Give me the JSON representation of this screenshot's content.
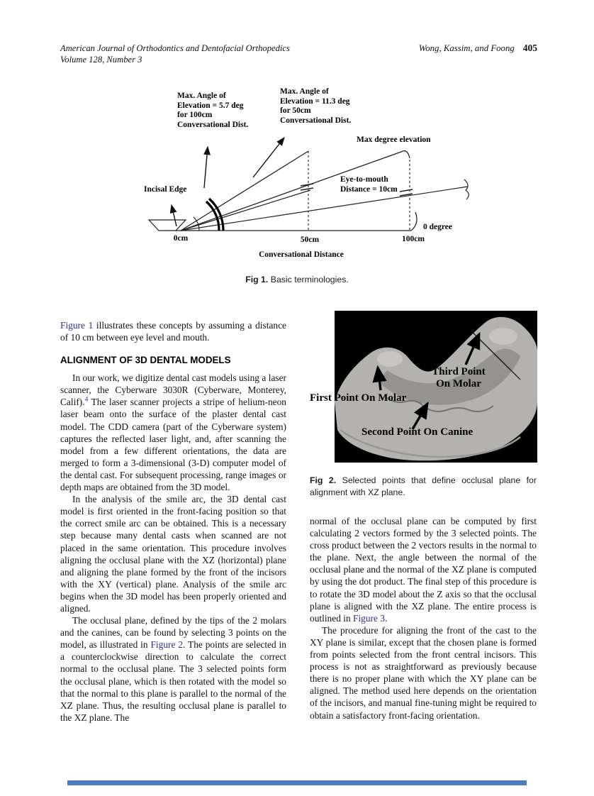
{
  "colors": {
    "link": "#2d2f92",
    "text": "#111111",
    "footer_bar": "#4a7ebd",
    "fig2_background": "#000000"
  },
  "header": {
    "journal_line1": "American Journal of Orthodontics and Dentofacial Orthopedics",
    "journal_line2": "Volume 128, Number 3",
    "authors": "Wong, Kassim, and Foong",
    "page_number": "405"
  },
  "figure1": {
    "labels": {
      "max_angle_100": "Max. Angle of\nElevation = 5.7 deg\nfor 100cm\nConversational Dist.",
      "max_angle_50": "Max. Angle of\nElevation = 11.3 deg\nfor 50cm\nConversational Dist.",
      "max_degree": "Max degree elevation",
      "incisal_edge": "Incisal Edge",
      "eye_to_mouth": "Eye-to-mouth\nDistance = 10cm",
      "zero_degree": "0 degree",
      "tick_0": "0cm",
      "tick_50": "50cm",
      "tick_100": "100cm",
      "x_axis": "Conversational Distance"
    },
    "caption_label": "Fig 1.",
    "caption_text": " Basic terminologies."
  },
  "figure2": {
    "labels": {
      "first": "First Point On Molar",
      "third": "Third Point\nOn Molar",
      "second": "Second Point On Canine"
    },
    "caption_label": "Fig 2.",
    "caption_text": " Selected points that define occlusal plane for alignment with XZ plane."
  },
  "article": {
    "section_heading": "ALIGNMENT OF 3D DENTAL MODELS",
    "intro_para": [
      {
        "t": "Figure 1",
        "s": "link",
        "name": "figure-1-link"
      },
      {
        "t": " illustrates these concepts by assuming a distance of 10 cm between eye level and mouth.",
        "s": "plain"
      }
    ],
    "left_paragraphs": [
      {
        "segments": [
          {
            "t": "In our work, we digitize dental cast models using a laser scanner, the Cyberware 3030R (Cyberware, Monterey, Calif).",
            "s": "plain"
          },
          {
            "t": "4",
            "s": "suplink",
            "name": "reference-4-link"
          },
          {
            "t": " The laser scanner projects a stripe of helium-neon laser beam onto the surface of the plaster dental cast model. The CDD camera (part of the Cyberware system) captures the reflected laser light, and, after scanning the model from a few different orientations, the data are merged to form a 3-dimensional (3-D) computer model of the dental cast. For subsequent processing, range images or depth maps are obtained from the 3D model.",
            "s": "plain"
          }
        ]
      },
      {
        "segments": [
          {
            "t": "In the analysis of the smile arc, the 3D dental cast model is first oriented in the front-facing position so that the correct smile arc can be obtained. This is a necessary step because many dental casts when scanned are not placed in the same orientation. This procedure involves aligning the occlusal plane with the XZ (horizontal) plane and aligning the plane formed by the front of the incisors with the XY (vertical) plane. Analysis of the smile arc begins when the 3D model has been properly oriented and aligned.",
            "s": "plain"
          }
        ]
      },
      {
        "segments": [
          {
            "t": "The occlusal plane, defined by the tips of the 2 molars and the canines, can be found by selecting 3 points on the model, as illustrated in ",
            "s": "plain"
          },
          {
            "t": "Figure 2",
            "s": "link",
            "name": "figure-2-link"
          },
          {
            "t": ". The points are selected in a counterclockwise direction to calculate the correct normal to the occlusal plane. The 3 selected points form the occlusal plane, which is then rotated with the model so that the normal to this plane is parallel to the normal of the XZ plane. Thus, the resulting occlusal plane is parallel to the XZ plane. The",
            "s": "plain"
          }
        ]
      }
    ],
    "right_paragraphs": [
      {
        "segments": [
          {
            "t": "normal of the occlusal plane can be computed by first calculating 2 vectors formed by the 3 selected points. The cross product between the 2 vectors results in the normal to the plane. Next, the angle between the normal of the occlusal plane and the normal of the XZ plane is computed by using the dot product. The final step of this procedure is to rotate the 3D model about the Z axis so that the occlusal plane is aligned with the XZ plane. The entire process is outlined in ",
            "s": "plain"
          },
          {
            "t": "Figure 3",
            "s": "link",
            "name": "figure-3-link"
          },
          {
            "t": ".",
            "s": "plain"
          }
        ]
      },
      {
        "segments": [
          {
            "t": "The procedure for aligning the front of the cast to the XY plane is similar, except that the chosen plane is formed from points selected from the front central incisors. This process is not as straightforward as previously because there is no proper plane with which the XY plane can be aligned. The method used here depends on the orientation of the incisors, and manual fine-tuning might be required to obtain a satisfactory front-facing orientation.",
            "s": "plain"
          }
        ]
      }
    ]
  }
}
